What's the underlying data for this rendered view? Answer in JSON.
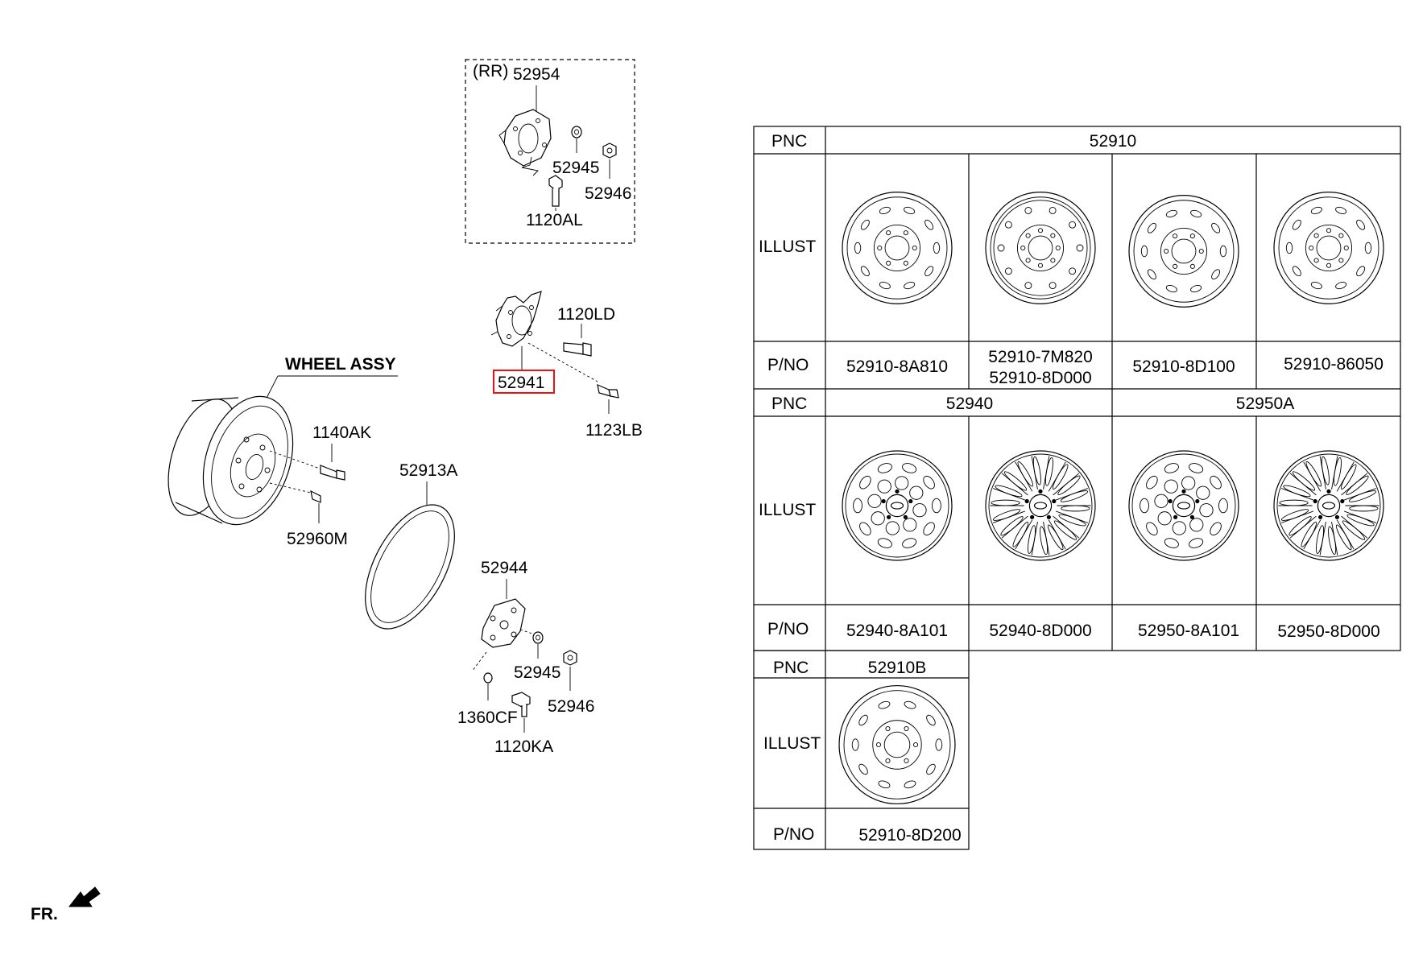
{
  "diagram": {
    "rr_group": {
      "tag": "(RR)",
      "part_52954": "52954",
      "part_52945": "52945",
      "part_52946": "52946",
      "part_1120AL": "1120AL"
    },
    "parts": {
      "p1120LD": "1120LD",
      "p52941": "52941",
      "p1123LB": "1123LB",
      "wheel_assy": "WHEEL ASSY",
      "p1140AK": "1140AK",
      "p52960M": "52960M",
      "p52913A": "52913A",
      "p52944": "52944",
      "p52945": "52945",
      "p52946": "52946",
      "p1360CF": "1360CF",
      "p1120KA": "1120KA"
    },
    "front_marker": "FR.",
    "highlight_color": "#ee1111"
  },
  "table": {
    "row_labels": {
      "pnc": "PNC",
      "illust": "ILLUST",
      "pno": "P/NO"
    },
    "block1": {
      "pnc": "52910",
      "items": [
        {
          "pno": "52910-8A810",
          "icon": "steel-wheel-icon"
        },
        {
          "pno1": "52910-7M820",
          "pno2": "52910-8D000",
          "icon": "steel-wheel-icon"
        },
        {
          "pno": "52910-8D100",
          "icon": "steel-wheel-icon"
        },
        {
          "pno": "52910-86050",
          "icon": "steel-wheel-icon"
        }
      ]
    },
    "block2": {
      "pnc_left": "52940",
      "pnc_right": "52950A",
      "items": [
        {
          "pno": "52940-8A101",
          "icon": "wheel-cover-icon"
        },
        {
          "pno": "52940-8D000",
          "icon": "wheel-cover-icon"
        },
        {
          "pno": "52950-8A101",
          "icon": "wheel-cover-icon"
        },
        {
          "pno": "52950-8D000",
          "icon": "wheel-cover-icon"
        }
      ]
    },
    "block3": {
      "pnc": "52910B",
      "items": [
        {
          "pno": "52910-8D200",
          "icon": "steel-wheel-icon"
        }
      ]
    }
  }
}
